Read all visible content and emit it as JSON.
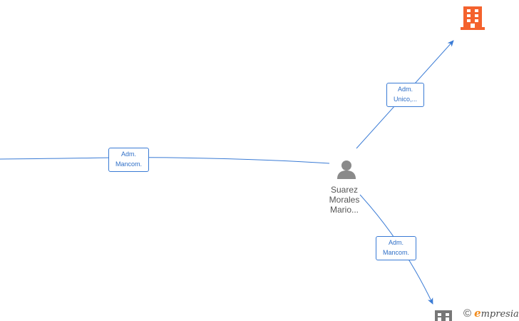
{
  "colors": {
    "edge": "#3a7bd5",
    "company_highlight": "#f4622d",
    "company_neutral": "#777777",
    "person": "#8a8a8a",
    "brand_accent": "#f28c1e"
  },
  "nodes": {
    "person": {
      "name_lines": [
        "Suarez",
        "Morales",
        "Mario..."
      ],
      "icon": "person-icon"
    },
    "company_top": {
      "icon": "building-icon"
    },
    "company_bottom": {
      "icon": "building-icon"
    }
  },
  "edges": {
    "left": {
      "label_lines": [
        "Adm.",
        "Mancom."
      ]
    },
    "top_right": {
      "label_lines": [
        "Adm.",
        "Unico,..."
      ]
    },
    "bottom_right": {
      "label_lines": [
        "Adm.",
        "Mancom."
      ]
    }
  },
  "watermark": {
    "symbol": "©",
    "brand_first": "e",
    "brand_rest": "mpresia"
  }
}
